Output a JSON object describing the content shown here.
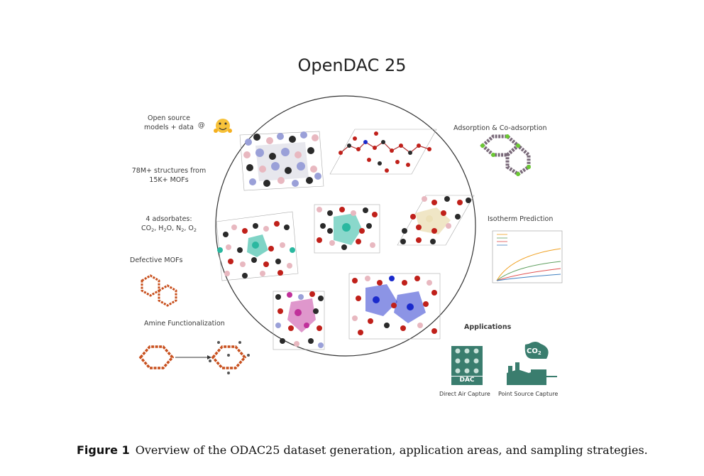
{
  "figure": {
    "title": "OpenDAC 25",
    "left_labels": {
      "open_source_line1": "Open source",
      "open_source_line2": "models + data",
      "open_source_at": "@",
      "structures_line1": "78M+ structures from",
      "structures_line2": "15K+ MOFs",
      "adsorbates_line1": "4 adsorbates:",
      "adsorbates_co": "CO",
      "adsorbates_h": ", H",
      "adsorbates_o": "O, N",
      "adsorbates_comma_o": ", O",
      "sub2": "2",
      "defective": "Defective MOFs",
      "amine": "Amine Functionalization"
    },
    "right_labels": {
      "adsorption": "Adsorption & Co-adsorption",
      "isotherm": "Isotherm Prediction",
      "applications": "Applications",
      "dac_badge": "DAC",
      "co2_badge": "CO",
      "co2_sub": "2",
      "direct_air": "Direct Air Capture",
      "point_source": "Point Source Capture"
    },
    "colors": {
      "dac_green": "#3a7d6e",
      "atom_red": "#c0201a",
      "atom_black": "#2a2a2a",
      "atom_lavender": "#9aa0d8",
      "atom_pink": "#e8b8c0",
      "atom_teal": "#2ab8a0",
      "atom_blue": "#1a2acc",
      "atom_magenta": "#c0309a",
      "ring_orange": "#c8501e"
    }
  },
  "caption": {
    "label": "Figure 1",
    "text": "Overview of the ODAC25 dataset generation, application areas, and sampling strategies."
  }
}
